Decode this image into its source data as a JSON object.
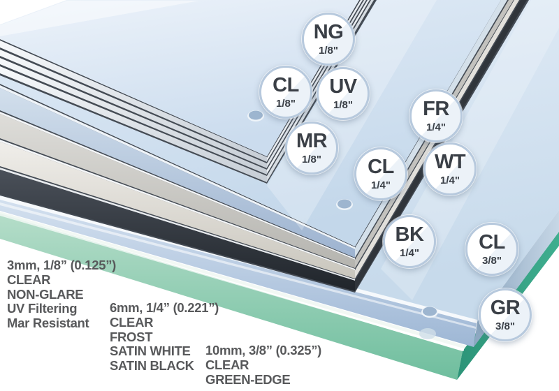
{
  "illustration_name": "acrylic-glass-sheet-thickness-diagram",
  "badges": [
    {
      "code": "NG",
      "thickness": "1/8\""
    },
    {
      "code": "CL",
      "thickness": "1/8\""
    },
    {
      "code": "UV",
      "thickness": "1/8\""
    },
    {
      "code": "MR",
      "thickness": "1/8\""
    },
    {
      "code": "FR",
      "thickness": "1/4\""
    },
    {
      "code": "CL",
      "thickness": "1/4\""
    },
    {
      "code": "WT",
      "thickness": "1/4\""
    },
    {
      "code": "BK",
      "thickness": "1/4\""
    },
    {
      "code": "CL",
      "thickness": "3/8\""
    },
    {
      "code": "GR",
      "thickness": "3/8\""
    }
  ],
  "labels": {
    "group_3mm": {
      "lines": [
        "3mm, 1/8” (0.125”)",
        "CLEAR",
        "NON-GLARE",
        "UV Filtering",
        "Mar Resistant"
      ]
    },
    "group_6mm": {
      "lines": [
        "6mm, 1/4” (0.221”)",
        "CLEAR",
        "FROST",
        "SATIN WHITE",
        "SATIN BLACK"
      ]
    },
    "group_10mm": {
      "lines": [
        "10mm, 3/8” (0.325”)",
        "CLEAR",
        "GREEN-EDGE"
      ]
    }
  },
  "colors": {
    "glass_surface_light": "#e8f0f9",
    "glass_surface_deep": "#c7daec",
    "edge_outline_dark": "#444b54",
    "edge_clear_blue": "#9fb4d0",
    "edge_frost_gray": "#bfbeba",
    "edge_satin_white": "#d2cfc7",
    "edge_satin_black": "#23272d",
    "edge_green": "#74c0a0",
    "green_face_teal": "#2fa486",
    "badge_border": "#b7c9dd",
    "badge_text": "#3a3f46",
    "label_text": "#58595b"
  }
}
